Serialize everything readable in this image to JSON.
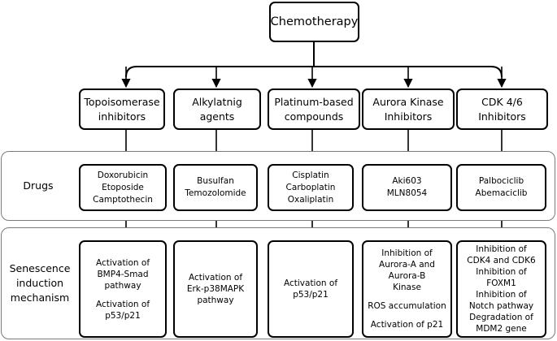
{
  "root": {
    "label": "Chemotherapy"
  },
  "panels": {
    "drugs_label": "Drugs",
    "mechanism_label": [
      "Senescence",
      "induction",
      "mechanism"
    ]
  },
  "columns": [
    {
      "category": [
        "Topoisomerase",
        "inhibitors"
      ],
      "drugs": [
        "Doxorubicin",
        "Etoposide",
        "Camptothecin"
      ],
      "mechanism": [
        "Activation of",
        "BMP4-Smad",
        "pathway",
        "",
        "Activation of",
        "p53/p21"
      ]
    },
    {
      "category": [
        "Alkylatnig agents"
      ],
      "drugs": [
        "Busulfan",
        "Temozolomide"
      ],
      "mechanism": [
        "Activation of",
        "Erk-p38MAPK",
        "pathway"
      ]
    },
    {
      "category": [
        "Platinum-based",
        "compounds"
      ],
      "drugs": [
        "Cisplatin",
        "Carboplatin",
        "Oxaliplatin"
      ],
      "mechanism": [
        "Activation of",
        "p53/p21"
      ]
    },
    {
      "category": [
        "Aurora Kinase",
        "Inhibitors"
      ],
      "drugs": [
        "Aki603",
        "MLN8054"
      ],
      "mechanism": [
        "Inhibition of",
        "Aurora-A and Aurora-B",
        "Kinase",
        "",
        "ROS accumulation",
        "",
        "Activation of p21"
      ]
    },
    {
      "category": [
        "CDK 4/6 Inhibitors"
      ],
      "drugs": [
        "Palbociclib",
        "Abemaciclib"
      ],
      "mechanism": [
        "Inhibition of",
        "CDK4 and CDK6",
        "-",
        "Inhibition of FOXM1",
        "-",
        "Inhibition of",
        "Notch pathway",
        "-",
        "Degradation of",
        "MDM2 gene"
      ]
    }
  ]
}
